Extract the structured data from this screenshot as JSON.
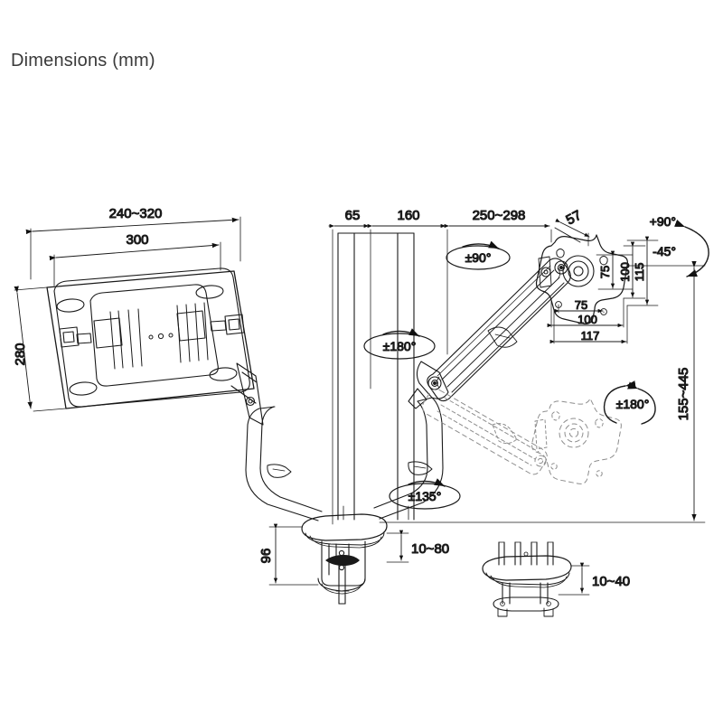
{
  "page": {
    "title": "Dimensions (mm)",
    "background": "#ffffff",
    "line_color": "#1a1a1a",
    "ghost_color": "#8a8a8a"
  },
  "drawing": {
    "subject": "dual-monitor gas-spring desk mount",
    "view": "orthographic dimension drawing",
    "units": "mm"
  },
  "dimensions": {
    "left_plate": {
      "outer_width": "240~320",
      "inner_width": "300",
      "height": "280"
    },
    "top_chain": [
      {
        "label": "65",
        "name": "pole-to-first-joint"
      },
      {
        "label": "160",
        "name": "first-arm-segment"
      },
      {
        "label": "250~298",
        "name": "second-arm-segment"
      },
      {
        "label": "57",
        "name": "head-offset"
      }
    ],
    "vesa_vertical": [
      {
        "label": "75",
        "name": "vesa-v-75"
      },
      {
        "label": "100",
        "name": "vesa-v-100"
      },
      {
        "label": "115",
        "name": "vesa-v-115"
      }
    ],
    "vesa_horizontal": [
      {
        "label": "75",
        "name": "vesa-h-75"
      },
      {
        "label": "100",
        "name": "vesa-h-100"
      },
      {
        "label": "117",
        "name": "vesa-h-117"
      }
    ],
    "height_range": "155~445",
    "clamp_height": "96",
    "desk_clamp_thickness": "10~80",
    "grommet_thickness": "10~40"
  },
  "angles": {
    "tilt_up": "+90°",
    "tilt_down": "-45°",
    "head_swivel": "±90°",
    "arm_rotation": "±180°",
    "screen_rotation": "±180°",
    "base_rotation": "±135°"
  }
}
